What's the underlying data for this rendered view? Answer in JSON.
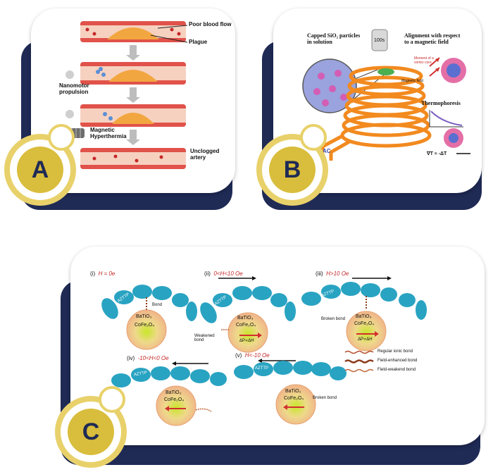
{
  "panels": [
    {
      "letter": "A"
    },
    {
      "letter": "B"
    },
    {
      "letter": "C"
    }
  ],
  "panel_a": {
    "labels": {
      "poor_flow": "Poor blood flow",
      "plague": "Plague",
      "propulsion": "Nanomotor\npropulsion",
      "hyperthermia": "Magnetic\nHyperthermia",
      "unclogged": "Unclogged\nartery"
    }
  },
  "panel_b": {
    "capped": "Capped SiO₂ particles\nin solution",
    "alignment": "Alignment with respect\nto a magnetic field",
    "time": "100s",
    "moment": "Moment of a\nvortex core",
    "magnetic_field": "Magnetic field",
    "thermophoresis": "Thermophoresis",
    "gradient": "∇T ≈ -ΔT",
    "ac": "AC"
  },
  "panel_c": {
    "cases": [
      {
        "label": "(i)",
        "field": "H = 0e"
      },
      {
        "label": "(ii)",
        "field": "0<H<10 Oe"
      },
      {
        "label": "(iii)",
        "field": "H>10 Oe"
      },
      {
        "label": "(iv)",
        "field": "-10<H<0 Oe"
      },
      {
        "label": "(v)",
        "field": "H<-10 Oe"
      }
    ],
    "polymer": "AZTTP",
    "core_top": "BaTiO₃",
    "core_bottom": "CoFe₂O₄",
    "delta": "ΔP∝ΔH",
    "bond": "Bond",
    "weakened": "Weakened\nbond",
    "broken": "Broken bond",
    "legend": [
      {
        "text": "Regular ionic bond",
        "color": "#b5502f"
      },
      {
        "text": "Field-enhanced bond",
        "color": "#8a3a1a"
      },
      {
        "text": "Field-weakend bond",
        "color": "#c26a3d"
      }
    ]
  }
}
